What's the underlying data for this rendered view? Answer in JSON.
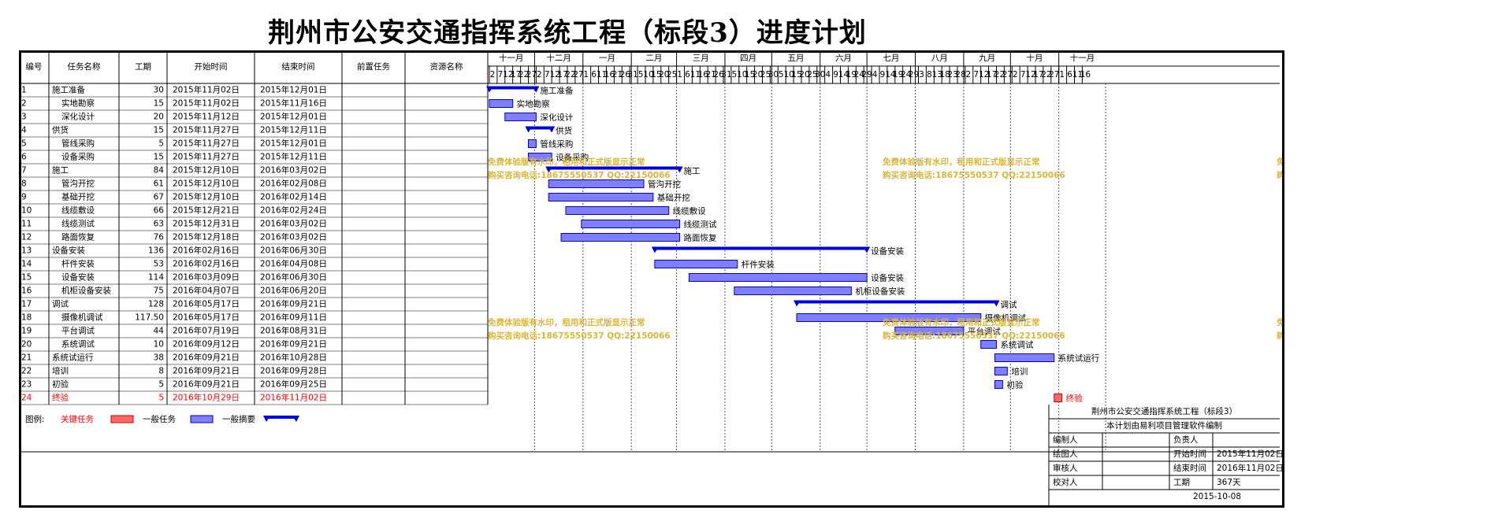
{
  "title": "荆州市公安交通指挥系统工程（标段3）进度计划",
  "table": {
    "headers": [
      "编号",
      "任务名称",
      "工期",
      "开始时间",
      "结束时间",
      "前置任务",
      "资源名称"
    ]
  },
  "timeline": {
    "months": [
      "十一月",
      "十二月",
      "一月",
      "二月",
      "三月",
      "四月",
      "五月",
      "六月",
      "七月",
      "八月",
      "九月",
      "十月",
      "十一月"
    ],
    "day_ticks": [
      [
        "2",
        "7",
        "12",
        "17",
        "22",
        "27"
      ],
      [
        "2",
        "7",
        "12",
        "17",
        "22",
        "27"
      ],
      [
        "1",
        "6",
        "11",
        "16",
        "21",
        "26",
        "31"
      ],
      [
        "5",
        "10",
        "15",
        "20",
        "25"
      ],
      [
        "1",
        "6",
        "11",
        "16",
        "21",
        "26",
        "31"
      ],
      [
        "5",
        "10",
        "15",
        "20",
        "25",
        "30"
      ],
      [
        "5",
        "10",
        "15",
        "20",
        "25",
        "30"
      ],
      [
        "4",
        "9",
        "14",
        "19",
        "24",
        "29"
      ],
      [
        "4",
        "9",
        "14",
        "19",
        "24",
        "29"
      ],
      [
        "3",
        "8",
        "13",
        "18",
        "23",
        "28"
      ],
      [
        "2",
        "7",
        "12",
        "17",
        "22",
        "27"
      ],
      [
        "2",
        "7",
        "12",
        "17",
        "22",
        "27"
      ],
      [
        "1",
        "6",
        "11",
        "16"
      ]
    ]
  },
  "chart_data": {
    "type": "gantt",
    "tasks": [
      {
        "id": "1",
        "name": "施工准备",
        "duration": "30",
        "start": "2015年11月02日",
        "end": "2015年12月01日",
        "kind": "summary",
        "indent": 0
      },
      {
        "id": "2",
        "name": "实地勘察",
        "duration": "15",
        "start": "2015年11月02日",
        "end": "2015年11月16日",
        "kind": "normal",
        "indent": 1
      },
      {
        "id": "3",
        "name": "深化设计",
        "duration": "20",
        "start": "2015年11月12日",
        "end": "2015年12月01日",
        "kind": "normal",
        "indent": 1
      },
      {
        "id": "4",
        "name": "供货",
        "duration": "15",
        "start": "2015年11月27日",
        "end": "2015年12月11日",
        "kind": "summary",
        "indent": 0
      },
      {
        "id": "5",
        "name": "管线采购",
        "duration": "5",
        "start": "2015年11月27日",
        "end": "2015年12月01日",
        "kind": "normal",
        "indent": 1
      },
      {
        "id": "6",
        "name": "设备采购",
        "duration": "15",
        "start": "2015年11月27日",
        "end": "2015年12月11日",
        "kind": "normal",
        "indent": 1
      },
      {
        "id": "7",
        "name": "施工",
        "duration": "84",
        "start": "2015年12月10日",
        "end": "2016年03月02日",
        "kind": "summary",
        "indent": 0
      },
      {
        "id": "8",
        "name": "管沟开挖",
        "duration": "61",
        "start": "2015年12月10日",
        "end": "2016年02月08日",
        "kind": "normal",
        "indent": 1
      },
      {
        "id": "9",
        "name": "基础开挖",
        "duration": "67",
        "start": "2015年12月10日",
        "end": "2016年02月14日",
        "kind": "normal",
        "indent": 1
      },
      {
        "id": "10",
        "name": "线缆敷设",
        "duration": "66",
        "start": "2015年12月21日",
        "end": "2016年02月24日",
        "kind": "normal",
        "indent": 1
      },
      {
        "id": "11",
        "name": "线缆测试",
        "duration": "63",
        "start": "2015年12月31日",
        "end": "2016年03月02日",
        "kind": "normal",
        "indent": 1
      },
      {
        "id": "12",
        "name": "路面恢复",
        "duration": "76",
        "start": "2015年12月18日",
        "end": "2016年03月02日",
        "kind": "normal",
        "indent": 1
      },
      {
        "id": "13",
        "name": "设备安装",
        "duration": "136",
        "start": "2016年02月16日",
        "end": "2016年06月30日",
        "kind": "summary",
        "indent": 0
      },
      {
        "id": "14",
        "name": "杆件安装",
        "duration": "53",
        "start": "2016年02月16日",
        "end": "2016年04月08日",
        "kind": "normal",
        "indent": 1
      },
      {
        "id": "15",
        "name": "设备安装",
        "duration": "114",
        "start": "2016年03月09日",
        "end": "2016年06月30日",
        "kind": "normal",
        "indent": 1
      },
      {
        "id": "16",
        "name": "机柜设备安装",
        "duration": "75",
        "start": "2016年04月07日",
        "end": "2016年06月20日",
        "kind": "normal",
        "indent": 1
      },
      {
        "id": "17",
        "name": "调试",
        "duration": "128",
        "start": "2016年05月17日",
        "end": "2016年09月21日",
        "kind": "summary",
        "indent": 0
      },
      {
        "id": "18",
        "name": "摄像机调试",
        "duration": "117.50",
        "start": "2016年05月17日",
        "end": "2016年09月11日",
        "kind": "normal",
        "indent": 1
      },
      {
        "id": "19",
        "name": "平台调试",
        "duration": "44",
        "start": "2016年07月19日",
        "end": "2016年08月31日",
        "kind": "normal",
        "indent": 1
      },
      {
        "id": "20",
        "name": "系统调试",
        "duration": "10",
        "start": "2016年09月12日",
        "end": "2016年09月21日",
        "kind": "normal",
        "indent": 1
      },
      {
        "id": "21",
        "name": "系统试运行",
        "duration": "38",
        "start": "2016年09月21日",
        "end": "2016年10月28日",
        "kind": "normal",
        "indent": 0
      },
      {
        "id": "22",
        "name": "培训",
        "duration": "8",
        "start": "2016年09月21日",
        "end": "2016年09月28日",
        "kind": "normal",
        "indent": 0
      },
      {
        "id": "23",
        "name": "初验",
        "duration": "5",
        "start": "2016年09月21日",
        "end": "2016年09月25日",
        "kind": "normal",
        "indent": 0
      },
      {
        "id": "24",
        "name": "终验",
        "duration": "5",
        "start": "2016年10月29日",
        "end": "2016年11月02日",
        "kind": "critical",
        "indent": 0
      }
    ]
  },
  "legend": {
    "label": "图例:",
    "critical": "关键任务",
    "normal": "一般任务",
    "summary": "一般摘要"
  },
  "watermark": {
    "line1": "免费体验版有水印，租用和正式版显示正常",
    "line2": "购买咨询电话:18675550537 QQ:22150066"
  },
  "info": {
    "project": "荆州市公安交通指挥系统工程（标段3）",
    "note": "本计划由易利项目管理软件编制",
    "rows": [
      [
        "编制人",
        "",
        "负责人",
        ""
      ],
      [
        "绘图人",
        "",
        "开始时间",
        "2015年11月02日"
      ],
      [
        "审核人",
        "",
        "结束时间",
        "2016年11月02日"
      ],
      [
        "校对人",
        "",
        "工期",
        "367天"
      ]
    ],
    "date": "2015-10-08"
  },
  "colors": {
    "bar_fill": "#8080ff",
    "bar_stroke": "#0000cc",
    "summary": "#0000dd",
    "critical_fill": "#ff6666",
    "critical_stroke": "#cc0000",
    "critical_text": "#ff0000",
    "watermark": "#d9b63a"
  }
}
